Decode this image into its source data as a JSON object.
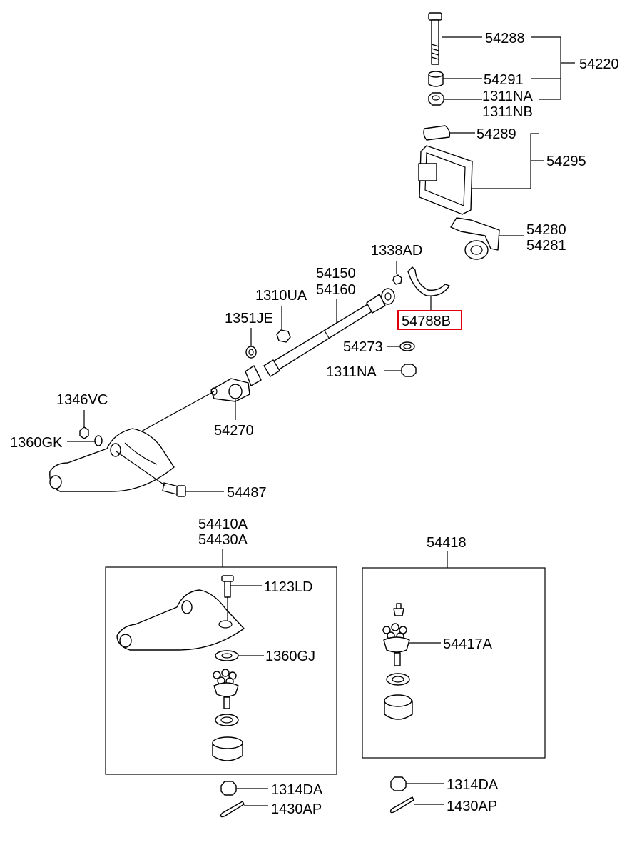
{
  "labels": {
    "p54288": "54288",
    "p54220": "54220",
    "p54291": "54291",
    "p1311NA_top": "1311NA",
    "p1311NB": "1311NB",
    "p54289": "54289",
    "p54295": "54295",
    "p54280": "54280",
    "p54281": "54281",
    "p1338AD": "1338AD",
    "p54150": "54150",
    "p54160": "54160",
    "p1310UA": "1310UA",
    "p1351JE": "1351JE",
    "p54788B": "54788B",
    "p54273": "54273",
    "p1311NA_mid": "1311NA",
    "p1346VC": "1346VC",
    "p54270": "54270",
    "p1360GK": "1360GK",
    "p54487": "54487",
    "p54410A": "54410A",
    "p54430A": "54430A",
    "p54418": "54418",
    "p1123LD": "1123LD",
    "p1360GJ": "1360GJ",
    "p54417A": "54417A",
    "p1314DA_left": "1314DA",
    "p1430AP_left": "1430AP",
    "p1314DA_right": "1314DA",
    "p1430AP_right": "1430AP"
  },
  "highlight": {
    "part": "54788B",
    "color": "#e0000b"
  }
}
